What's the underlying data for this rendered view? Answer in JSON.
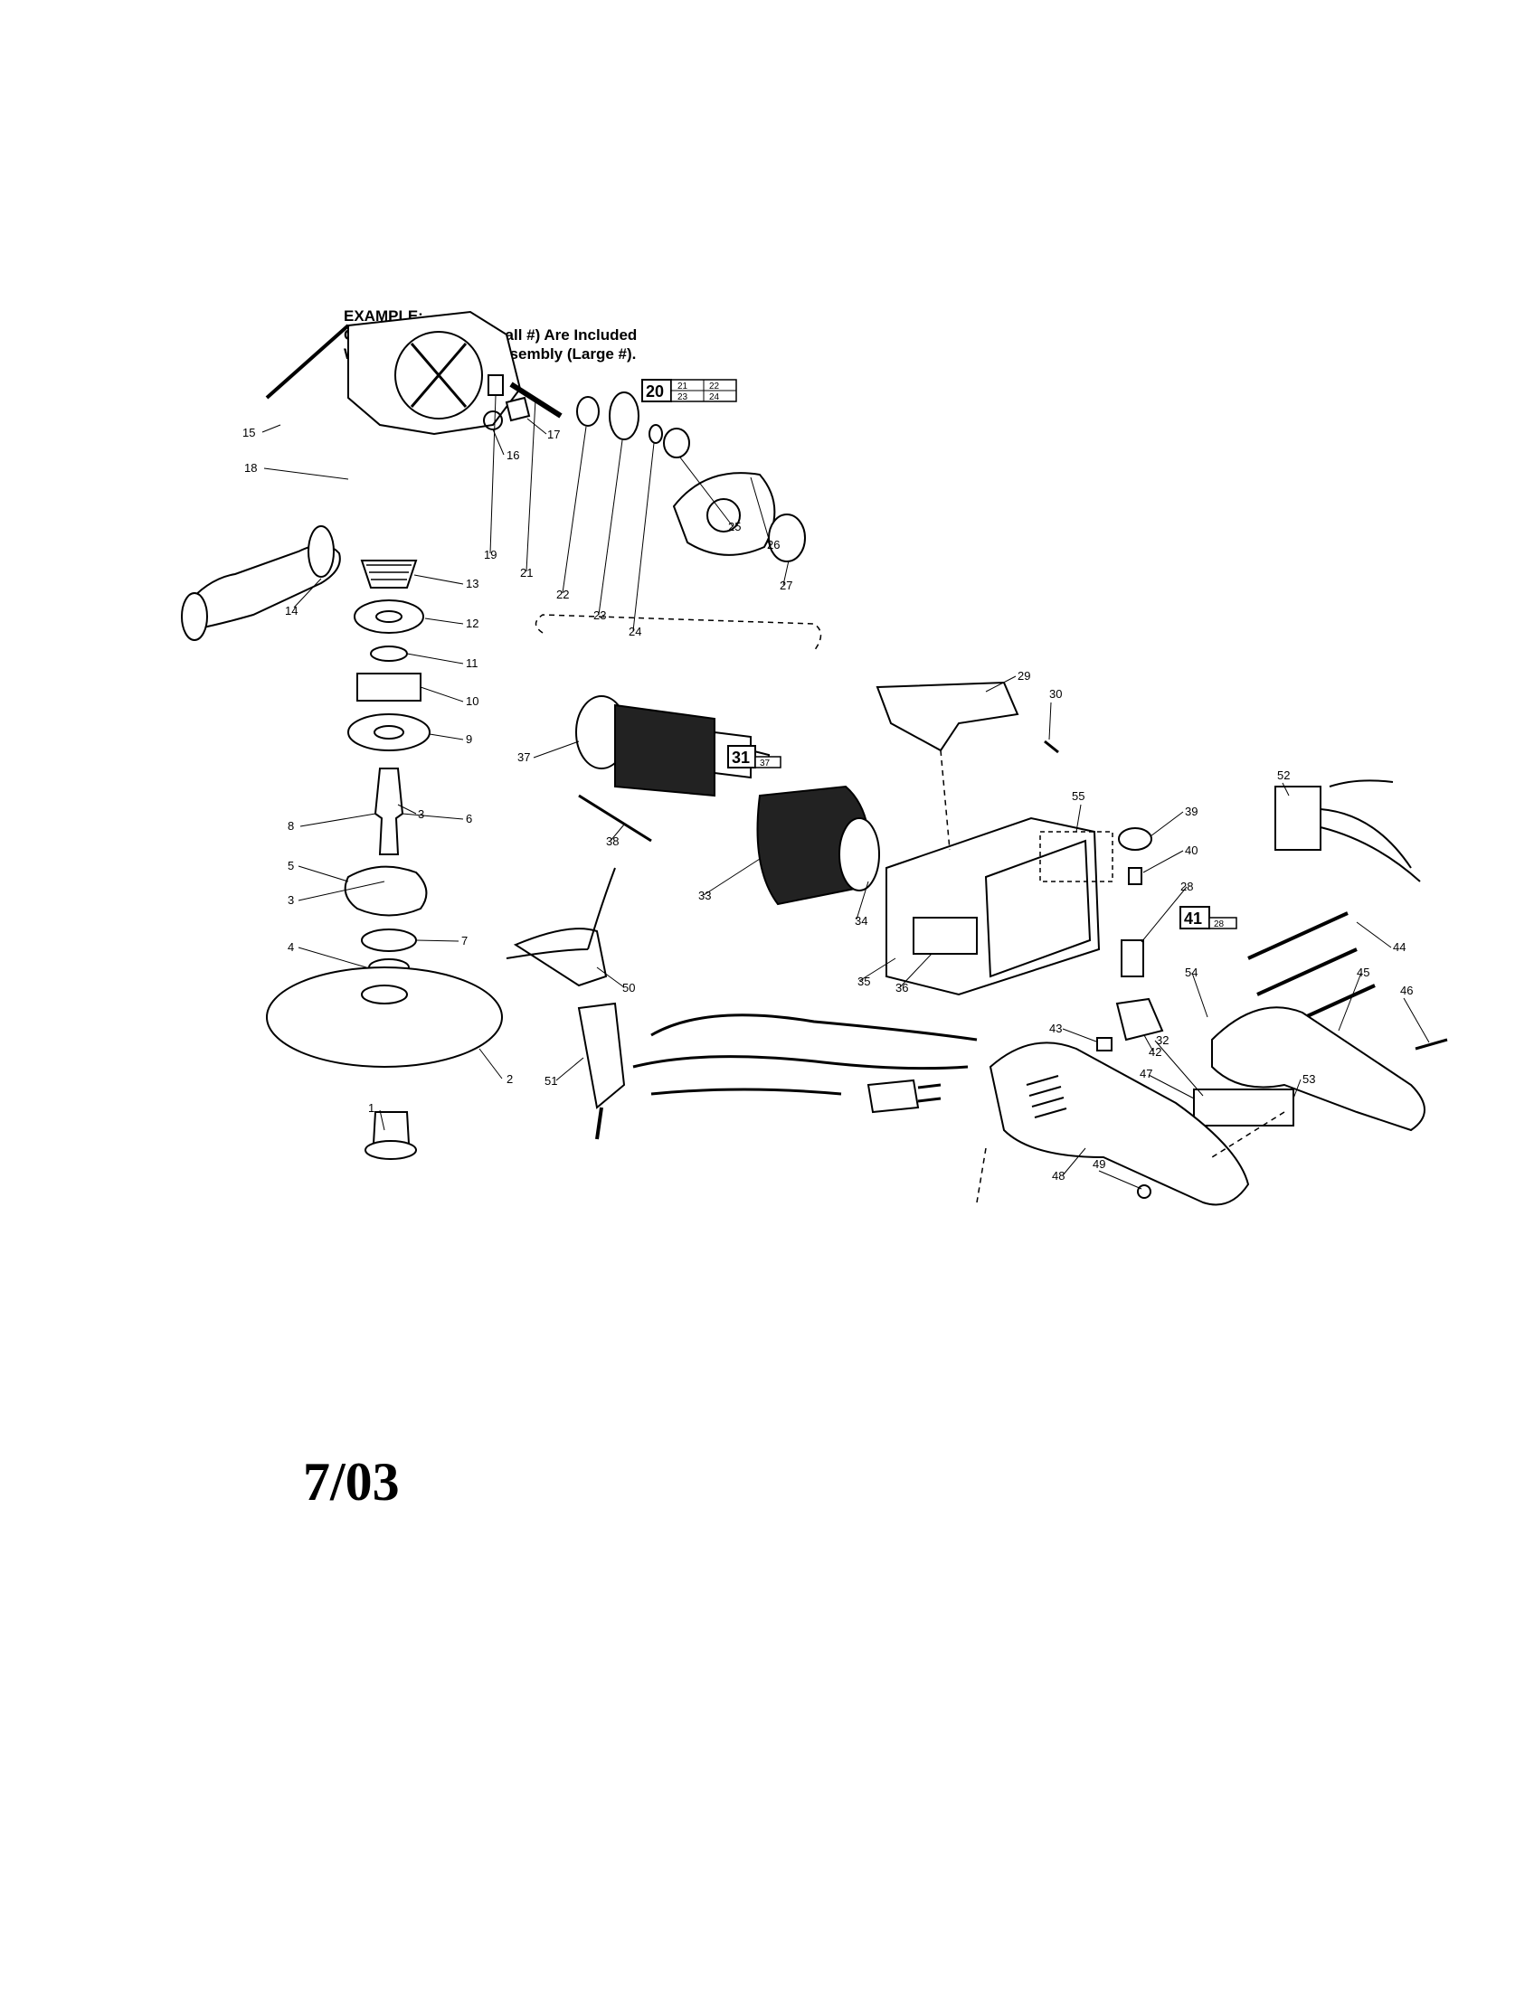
{
  "example": {
    "heading": "EXAMPLE:",
    "line1": "Component Parts (Small #) Are Included",
    "line2": "When Ordering The Assembly (Large #)."
  },
  "date": "7/03",
  "assemblies": [
    {
      "large": "20",
      "small": [
        "21",
        "22",
        "23",
        "24"
      ]
    },
    {
      "large": "31",
      "small": [
        "37"
      ]
    },
    {
      "large": "41",
      "small": [
        "28"
      ]
    }
  ],
  "callouts": [
    "1",
    "2",
    "3",
    "3",
    "4",
    "5",
    "6",
    "7",
    "8",
    "9",
    "10",
    "11",
    "12",
    "13",
    "14",
    "15",
    "16",
    "17",
    "18",
    "19",
    "21",
    "22",
    "23",
    "24",
    "25",
    "26",
    "27",
    "28",
    "29",
    "30",
    "32",
    "33",
    "34",
    "35",
    "36",
    "37",
    "38",
    "39",
    "40",
    "42",
    "43",
    "44",
    "45",
    "46",
    "47",
    "48",
    "49",
    "50",
    "51",
    "52",
    "53",
    "54",
    "55"
  ]
}
